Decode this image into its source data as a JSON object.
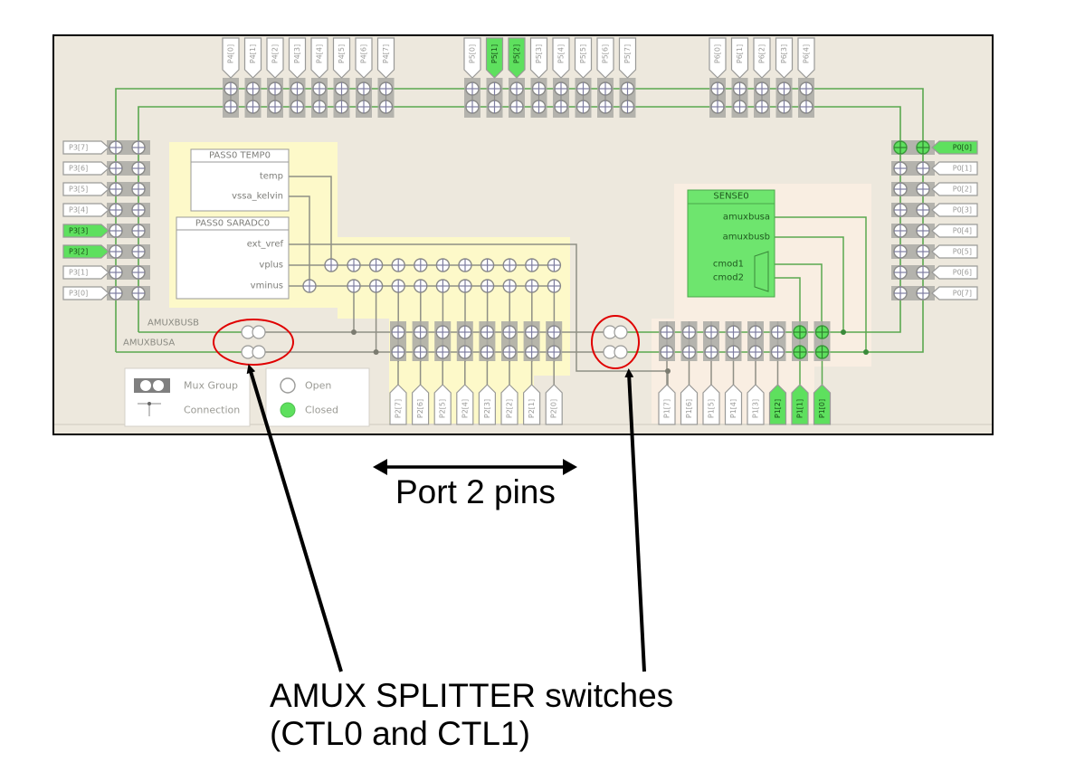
{
  "colors": {
    "background": "#ede8dd",
    "frame": "#000000",
    "wire_amux": "#5aa84f",
    "wire_passive": "#8f8f85",
    "yellow_region": "#fdf9c9",
    "sense_region": "#f9eee2",
    "closed_fill": "#5ee05e",
    "switch_group": "#a9a9a5",
    "annotation_red": "#e00000"
  },
  "ports": {
    "p4": {
      "pins": [
        "P4[0]",
        "P4[1]",
        "P4[2]",
        "P4[3]",
        "P4[4]",
        "P4[5]",
        "P4[6]",
        "P4[7]"
      ],
      "closed": []
    },
    "p5": {
      "pins": [
        "P5[0]",
        "P5[1]",
        "P5[2]",
        "P5[3]",
        "P5[4]",
        "P5[5]",
        "P5[6]",
        "P5[7]"
      ],
      "closed": [
        "P5[1]",
        "P5[2]"
      ]
    },
    "p6": {
      "pins": [
        "P6[0]",
        "P6[1]",
        "P6[2]",
        "P6[3]",
        "P6[4]"
      ],
      "closed": []
    },
    "p3": {
      "pins": [
        "P3[7]",
        "P3[6]",
        "P3[5]",
        "P3[4]",
        "P3[3]",
        "P3[2]",
        "P3[1]",
        "P3[0]"
      ],
      "closed": [
        "P3[3]",
        "P3[2]"
      ]
    },
    "p0": {
      "pins": [
        "P0[0]",
        "P0[1]",
        "P0[2]",
        "P0[3]",
        "P0[4]",
        "P0[5]",
        "P0[6]",
        "P0[7]"
      ],
      "closed": [
        "P0[0]"
      ],
      "closed_switches": [
        "P0[0]"
      ]
    },
    "p2": {
      "pins": [
        "P2[7]",
        "P2[6]",
        "P2[5]",
        "P2[4]",
        "P2[3]",
        "P2[2]",
        "P2[1]",
        "P2[0]"
      ],
      "closed": []
    },
    "p1": {
      "pins": [
        "P1[7]",
        "P1[6]",
        "P1[5]",
        "P1[4]",
        "P1[3]",
        "P1[2]",
        "P1[1]",
        "P1[0]"
      ],
      "closed": [
        "P1[2]",
        "P1[1]",
        "P1[0]"
      ],
      "closed_switches": [
        "P1[1]",
        "P1[0]"
      ]
    }
  },
  "blocks": {
    "temp": {
      "title": "PASS0 TEMP0",
      "terminals": [
        "temp",
        "vssa_kelvin"
      ]
    },
    "sar": {
      "title": "PASS0 SARADC0",
      "terminals": [
        "ext_vref",
        "vplus",
        "vminus"
      ]
    },
    "sense": {
      "title": "SENSE0",
      "terminals": [
        "amuxbusa",
        "amuxbusb",
        "cmod1",
        "cmod2"
      ]
    }
  },
  "buses": {
    "b": "AMUXBUSB",
    "a": "AMUXBUSA"
  },
  "splitters": {
    "left_state": "open",
    "right_state": "open"
  },
  "legend": {
    "mux_group": "Mux Group",
    "connection": "Connection",
    "open": "Open",
    "closed": "Closed"
  },
  "annotations": {
    "port2": "Port 2 pins",
    "splitter_line1": "AMUX SPLITTER switches",
    "splitter_line2": "(CTL0 and CTL1)"
  }
}
